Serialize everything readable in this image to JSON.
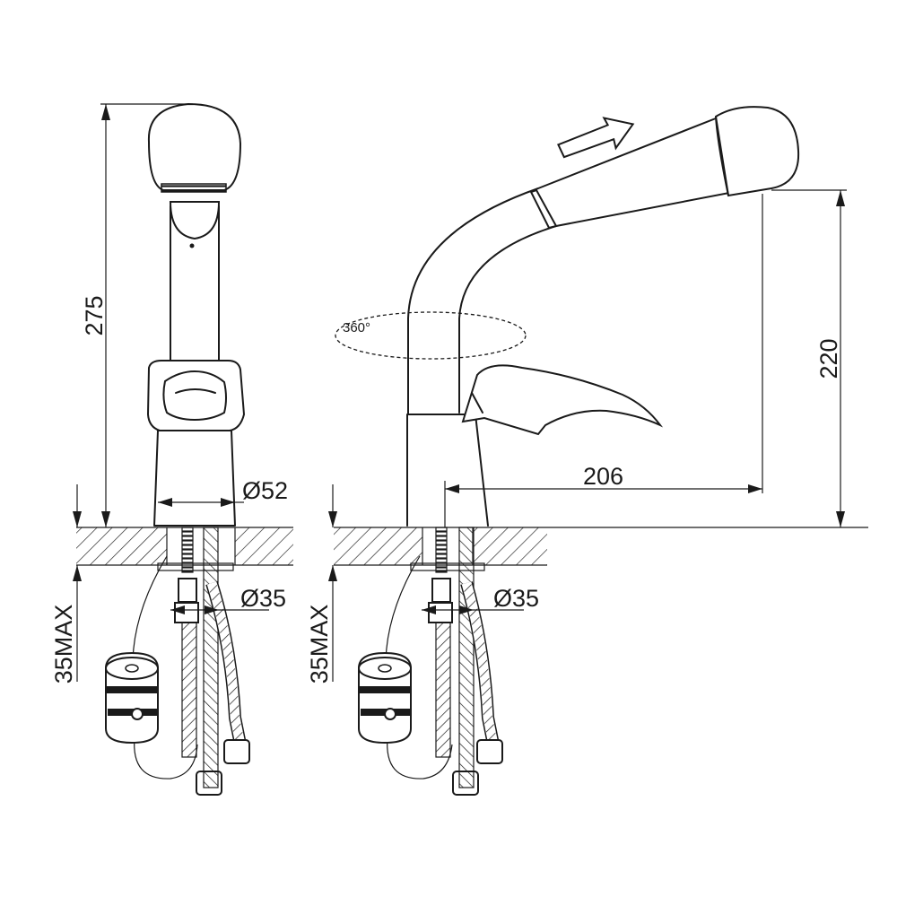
{
  "dimensions": {
    "height_total": "275",
    "height_spout": "220",
    "reach": "206",
    "base_diameter": "Ø52",
    "hole_diameter_left": "Ø35",
    "hole_diameter_right": "Ø35",
    "max_thickness_left": "35MAX",
    "max_thickness_right": "35MAX",
    "rotation": "360°"
  },
  "icons": {
    "pull_out_arrow": "pull-out-direction-arrow"
  }
}
